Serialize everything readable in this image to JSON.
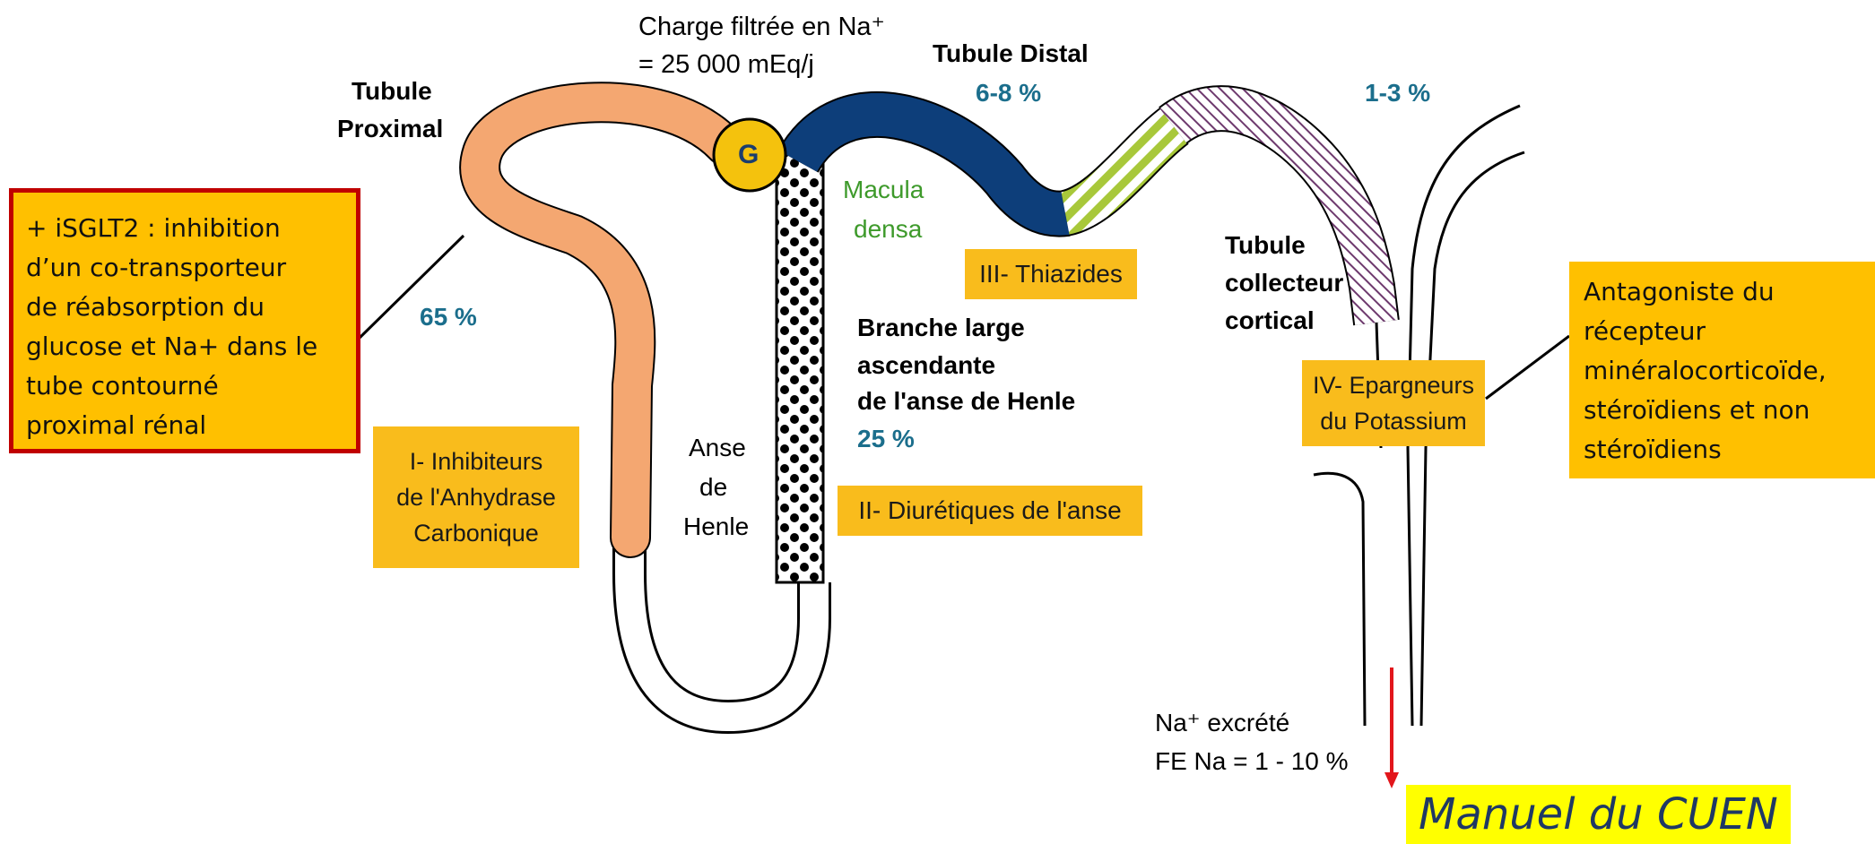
{
  "title_charge": "Charge filtrée en Na⁺",
  "title_charge_value": "= 25 000 mEq/j",
  "labels": {
    "tubule_proximal_1": "Tubule",
    "tubule_proximal_2": "Proximal",
    "glomerulus": "G",
    "tubule_distal": "Tubule Distal",
    "macula_1": "Macula",
    "macula_2": "densa",
    "anse_1": "Anse",
    "anse_2": "de",
    "anse_3": "Henle",
    "branche_1": "Branche large",
    "branche_2": "ascendante",
    "branche_3": "de l'anse de Henle",
    "tubule_collecteur_1": "Tubule",
    "tubule_collecteur_2": "collecteur",
    "tubule_collecteur_3": "cortical",
    "na_excrete": "Na⁺ excrété",
    "fe_na": "FE Na = 1 - 10 %"
  },
  "percentages": {
    "proximal": "65 %",
    "branche": "25 %",
    "distal": "6-8 %",
    "collecteur": "1-3 %"
  },
  "drug_classes": {
    "class1_1": "I- Inhibiteurs",
    "class1_2": "de l'Anhydrase",
    "class1_3": "Carbonique",
    "class2": "II- Diurétiques de l'anse",
    "class3": "III- Thiazides",
    "class4_1": "IV- Epargneurs",
    "class4_2": "du Potassium"
  },
  "notes": {
    "sglt2": [
      "+ iSGLT2 : inhibition",
      "d’un co-transporteur",
      "de réabsorption du",
      "glucose et Na+ dans le",
      "tube contourné",
      "proximal rénal"
    ],
    "antagoniste": [
      "Antagoniste du",
      "récepteur",
      "minéralocorticoïde,",
      "stéroïdiens et non",
      "stéroïdiens"
    ]
  },
  "watermark": "Manuel du CUEN",
  "colors": {
    "proximal": "#f4a771",
    "glomerulus": "#f4c20d",
    "distal": "#0d3e7a",
    "thiazide_stripe": "#a8c83a",
    "collector_stripe": "#6e3a6e",
    "drug_box": "#f9bc1c",
    "note_box": "#ffc000",
    "note_border": "#c00000",
    "arrow": "#e2161b",
    "percent_text": "#1b6e8c",
    "macula_text": "#3e9a2b"
  }
}
